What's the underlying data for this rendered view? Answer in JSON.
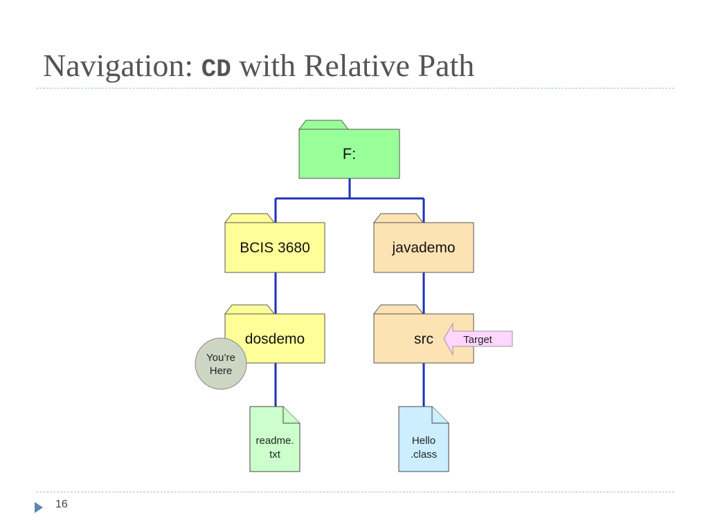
{
  "slide": {
    "title_prefix": "Navigation: ",
    "title_command": "CD",
    "title_suffix": " with Relative Path",
    "page_number": "16"
  },
  "diagram": {
    "nodes": {
      "root": {
        "label": "F:"
      },
      "bcis": {
        "label": "BCIS 3680"
      },
      "javademo": {
        "label": "javademo"
      },
      "dosdemo": {
        "label": "dosdemo"
      },
      "src": {
        "label": "src"
      },
      "readme": {
        "line1": "readme.",
        "line2": "txt"
      },
      "hello": {
        "line1": "Hello",
        "line2": ".class"
      }
    },
    "markers": {
      "you_are_here": {
        "line1": "You’re",
        "line2": "Here"
      },
      "target": {
        "label": "Target"
      }
    },
    "colors": {
      "root_folder": "#99ff99",
      "course_folder": "#ffff99",
      "java_folder": "#fde3b3",
      "readme_file": "#ccffcc",
      "hello_file": "#cceeff",
      "connector": "#1f2fb8",
      "you_are_here": "#cdd6c3",
      "target": "#ffd6ff"
    }
  }
}
